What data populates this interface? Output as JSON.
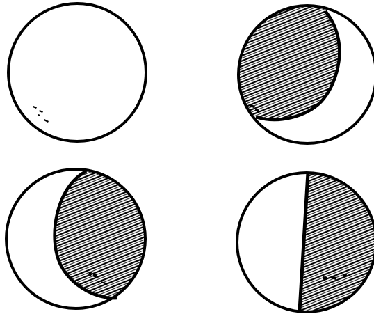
{
  "figure": {
    "panels": [
      {
        "position": "top-left",
        "shaded": false
      },
      {
        "position": "top-right",
        "shaded": true
      },
      {
        "position": "bottom-left",
        "shaded": true
      },
      {
        "position": "bottom-right",
        "shaded": true
      }
    ]
  },
  "colors": {
    "ink": "#000000",
    "paper": "#ffffff"
  }
}
